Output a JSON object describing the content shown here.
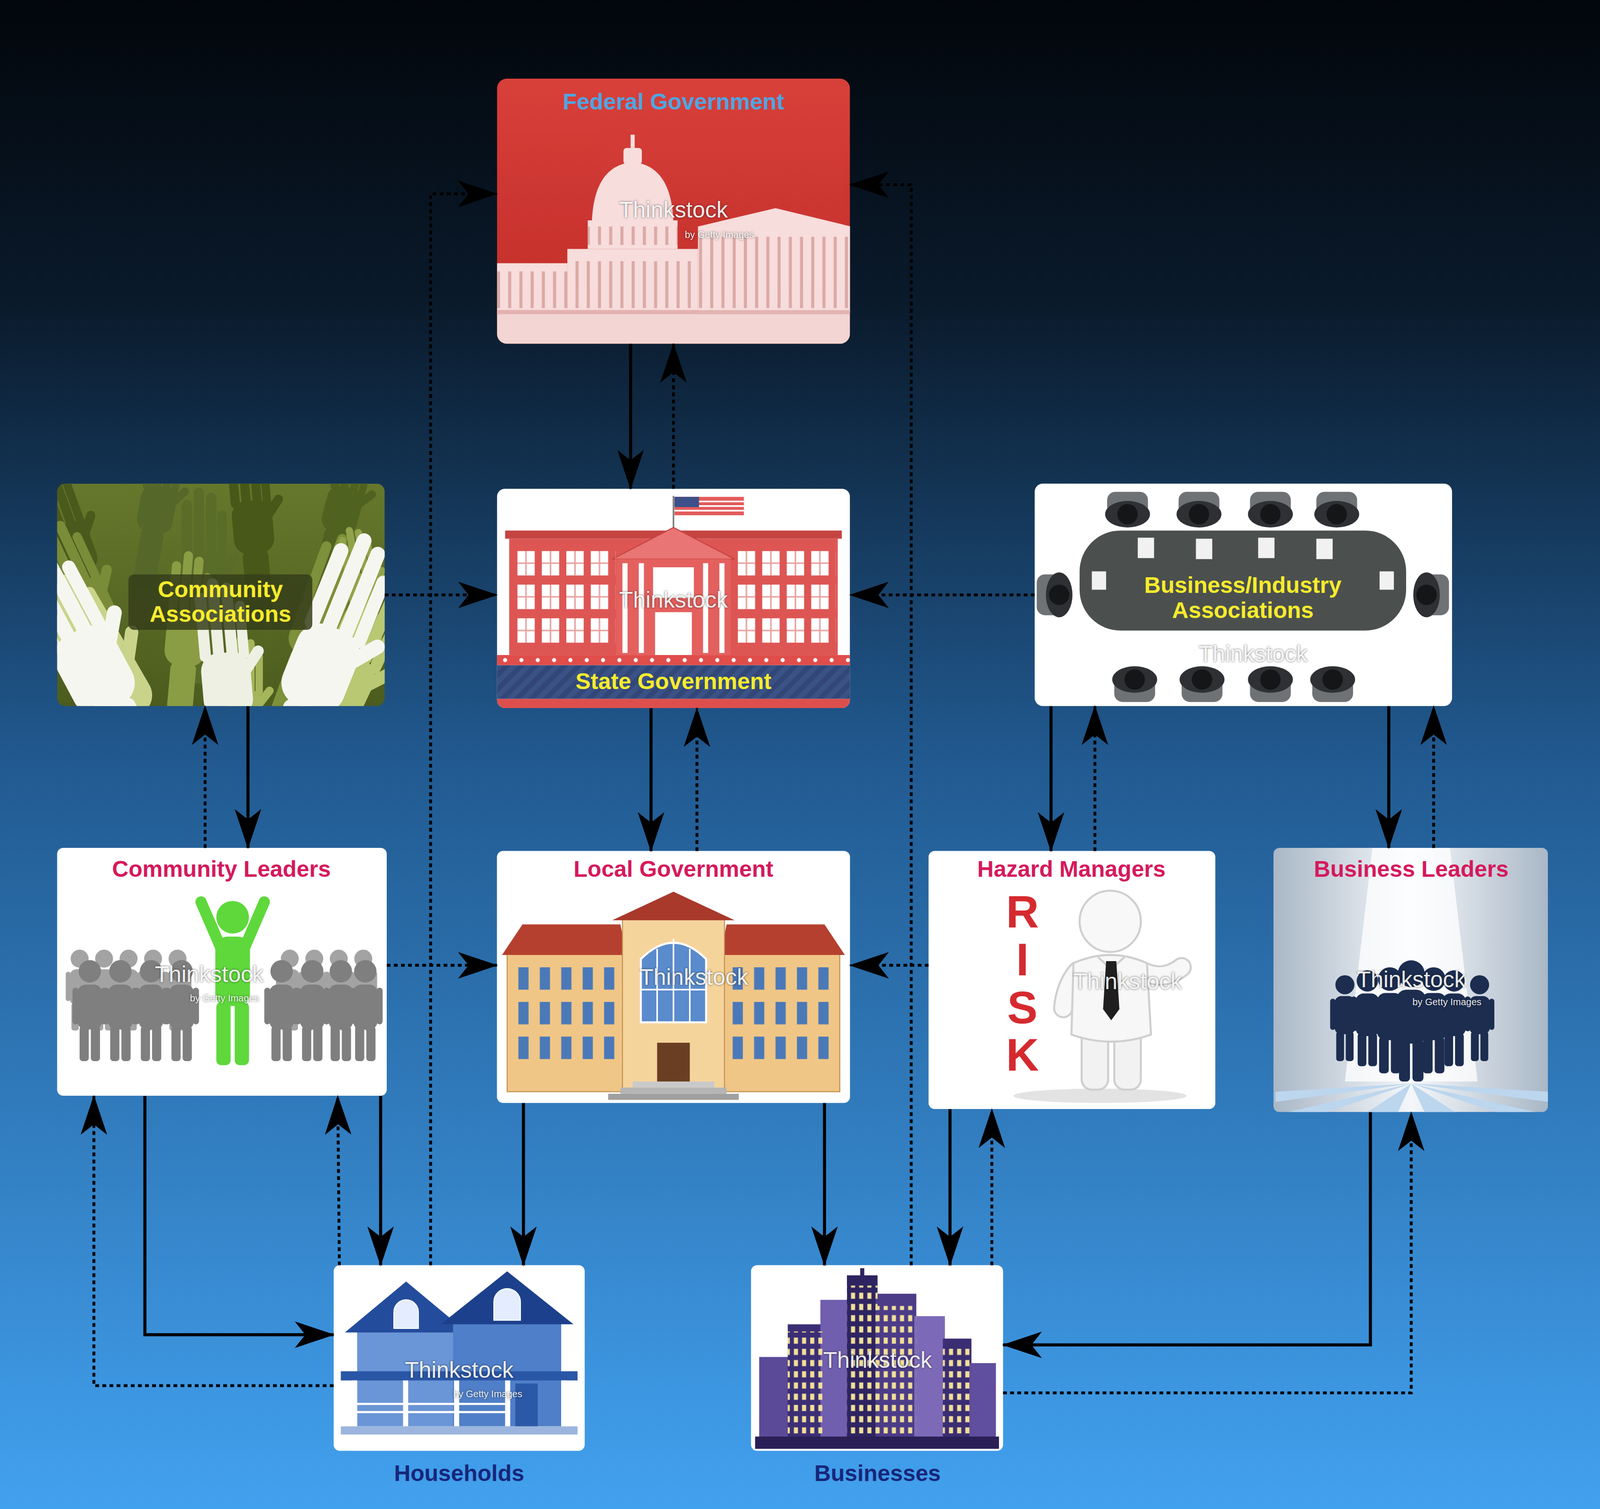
{
  "diagram": {
    "nodes": [
      {
        "text": [
          "Federal Government"
        ]
      },
      {
        "text": [
          "Community Associations"
        ]
      },
      {
        "text": [
          "State Government"
        ]
      },
      {
        "text": [
          "Business/Industry Associations"
        ]
      },
      {
        "text": [
          "Community Leaders"
        ]
      },
      {
        "text": [
          "Local Government"
        ]
      },
      {
        "text": [
          "Hazard Managers"
        ]
      },
      {
        "text": [
          "Business Leaders"
        ]
      },
      {
        "text": [
          "Households"
        ]
      },
      {
        "text": [
          "Businesses"
        ]
      }
    ],
    "edges": [
      {
        "from": 0,
        "to": 2,
        "arrow": "to"
      },
      {
        "from": 2,
        "to": 0,
        "arrow": "to"
      },
      {
        "from": 8,
        "to": 0,
        "arrow": "to"
      },
      {
        "from": 9,
        "to": 0,
        "arrow": "to"
      },
      {
        "from": 1,
        "to": 2,
        "arrow": "to"
      },
      {
        "from": 3,
        "to": 2,
        "arrow": "to"
      },
      {
        "from": 2,
        "to": 5,
        "arrow": "to"
      },
      {
        "from": 5,
        "to": 2,
        "arrow": "to"
      },
      {
        "from": 1,
        "to": 4,
        "arrow": "to"
      },
      {
        "from": 4,
        "to": 1,
        "arrow": "to"
      },
      {
        "from": 3,
        "to": 6,
        "arrow": "to"
      },
      {
        "from": 6,
        "to": 3,
        "arrow": "to"
      },
      {
        "from": 3,
        "to": 7,
        "arrow": "to"
      },
      {
        "from": 7,
        "to": 3,
        "arrow": "to"
      },
      {
        "from": 4,
        "to": 5,
        "arrow": "to"
      },
      {
        "from": 6,
        "to": 5,
        "arrow": "to"
      },
      {
        "from": 4,
        "to": 8,
        "arrow": "to"
      },
      {
        "from": 8,
        "to": 4,
        "arrow": "to"
      },
      {
        "from": 4,
        "to": 8,
        "arrow": "to"
      },
      {
        "from": 8,
        "to": 4,
        "arrow": "to"
      },
      {
        "from": 5,
        "to": 8,
        "arrow": "to"
      },
      {
        "from": 5,
        "to": 9,
        "arrow": "to"
      },
      {
        "from": 6,
        "to": 9,
        "arrow": "to"
      },
      {
        "from": 9,
        "to": 6,
        "arrow": "to"
      },
      {
        "from": 7,
        "to": 9,
        "arrow": "to"
      },
      {
        "from": 9,
        "to": 7,
        "arrow": "to"
      }
    ],
    "labels": [
      "Thinkstock",
      "by Getty Images",
      "Thinkstock",
      "Thinkstock",
      "Thinkstock",
      "by Getty Images",
      "Thinkstock",
      "RISK",
      "Thinkstock",
      "Thinkstock",
      "by Getty Images",
      "Thinkstock",
      "by Getty Images",
      "Thinkstock"
    ]
  }
}
